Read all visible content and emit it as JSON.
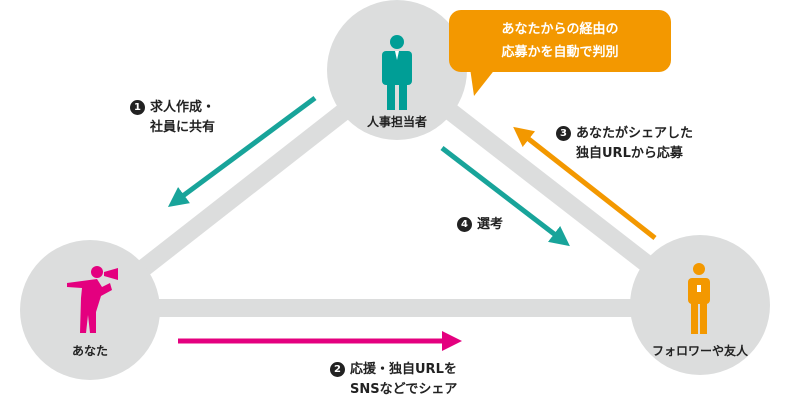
{
  "nodes": {
    "hr": {
      "label": "人事担当者",
      "color": "#009e96"
    },
    "you": {
      "label": "あなた",
      "color": "#e4007f"
    },
    "friends": {
      "label": "フォロワーや友人",
      "color": "#f39800"
    }
  },
  "bubble": {
    "line1": "あなたからの経由の",
    "line2": "応募かを自動で判別"
  },
  "steps": [
    {
      "num": "1",
      "line1": "求人作成・",
      "line2": "社員に共有"
    },
    {
      "num": "2",
      "line1": "応援・独自URLを",
      "line2": "SNSなどでシェア"
    },
    {
      "num": "3",
      "line1": "あなたがシェアした",
      "line2": "独自URLから応募"
    },
    {
      "num": "4",
      "line1": "選考"
    }
  ]
}
